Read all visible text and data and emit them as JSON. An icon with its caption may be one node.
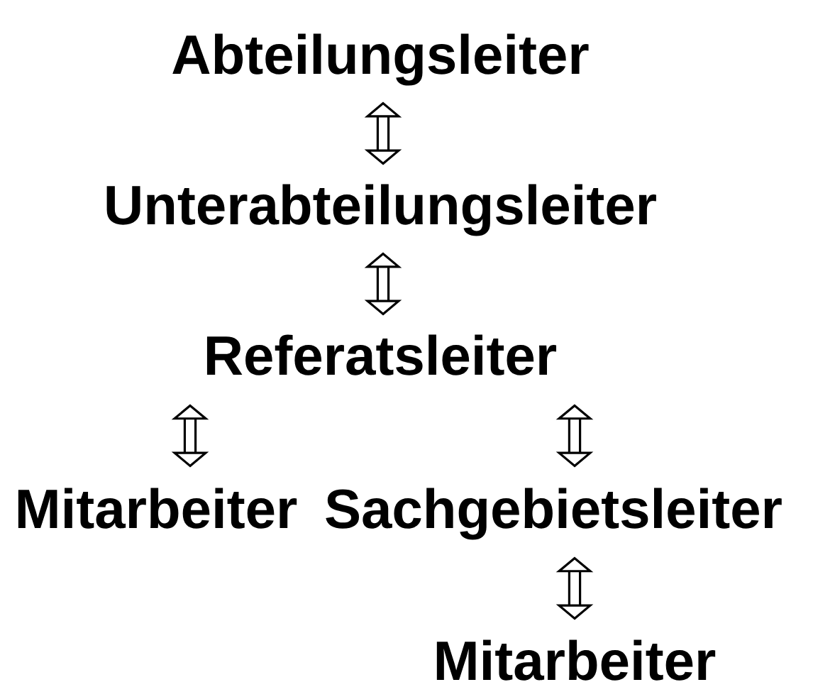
{
  "diagram": {
    "nodes": [
      {
        "text": [
          "Abteilungsleiter"
        ]
      },
      {
        "text": [
          "Unterabteilungsleiter"
        ]
      },
      {
        "text": [
          "Referatsleiter"
        ]
      },
      {
        "text": [
          "Mitarbeiter"
        ]
      },
      {
        "text": [
          "Sachgebietsleiter"
        ]
      },
      {
        "text": [
          "Mitarbeiter"
        ]
      }
    ],
    "edges": [
      {
        "from": 0,
        "to": 1,
        "arrow": "both"
      },
      {
        "from": 1,
        "to": 2,
        "arrow": "both"
      },
      {
        "from": 2,
        "to": 3,
        "arrow": "both"
      },
      {
        "from": 2,
        "to": 4,
        "arrow": "both"
      },
      {
        "from": 4,
        "to": 5,
        "arrow": "both"
      }
    ]
  }
}
